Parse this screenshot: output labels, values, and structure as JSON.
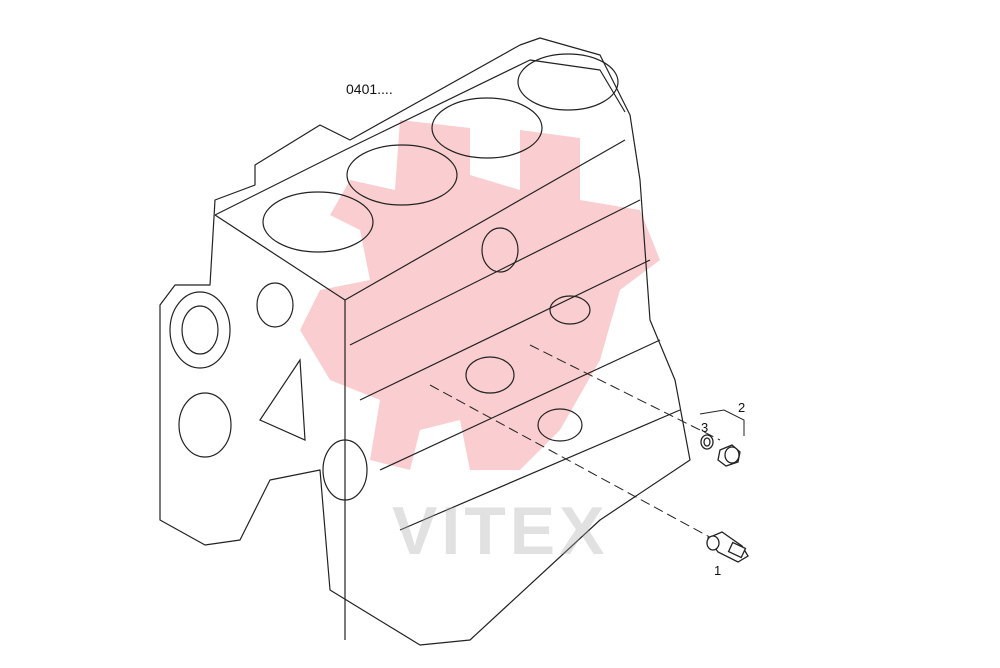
{
  "diagram": {
    "reference_code": "0401....",
    "watermark_text": "VITEX",
    "callouts": [
      {
        "id": "1",
        "text": "1"
      },
      {
        "id": "2",
        "text": "2"
      },
      {
        "id": "3",
        "text": "3"
      }
    ],
    "colors": {
      "line": "#222222",
      "watermark_logo": "#e8202a",
      "watermark_text": "#aaaaaa"
    }
  }
}
